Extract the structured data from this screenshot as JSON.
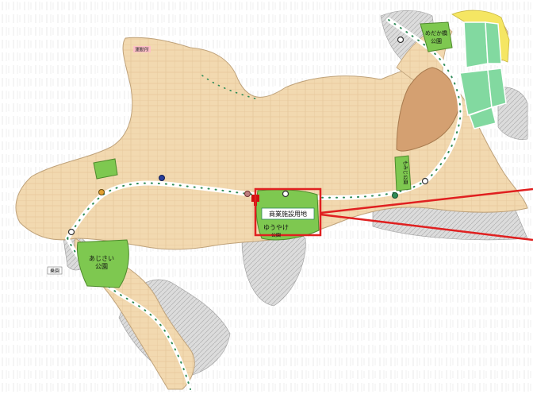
{
  "map": {
    "colors": {
      "residential": "#f2d9b0",
      "park": "#7ec850",
      "brown_area": "#d4a071",
      "light_green": "#82d9a0",
      "yellow_area": "#f5e663",
      "hillside": "#c8c8c8",
      "road": "#ffffff",
      "route": "#2e8b57",
      "highlight": "#e02020",
      "label_box": "#ffffff"
    },
    "labels": {
      "top_marker": "運動所",
      "left_park_name": "あじさい",
      "left_park_suffix": "公園",
      "top_right_park_name": "めだか橋",
      "top_right_park_suffix": "公園",
      "center_park_name": "ゆうやけ",
      "center_park_suffix": "公園",
      "commercial": "商業施設用地",
      "right_small_park": "もみじ公園",
      "bottom_left_marker": "乗園"
    }
  }
}
